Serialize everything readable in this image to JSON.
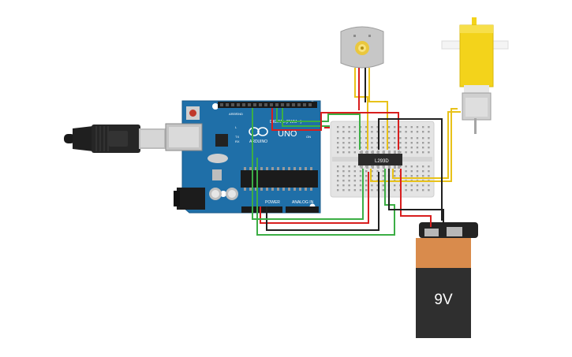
{
  "arduino": {
    "board_name": "UNO",
    "brand_text": "ARDUINO",
    "digital_label": "DIGITAL (PWM ~)",
    "power_label": "POWER",
    "analog_label": "ANALOG IN",
    "on_label": "ON",
    "tx_label": "TX",
    "rx_label": "RX",
    "l_label": "L",
    "aref_label": "AREF",
    "gnd_label": "GND"
  },
  "driver_chip": {
    "label": "L293D"
  },
  "battery": {
    "label": "9V"
  },
  "colors": {
    "wire_red": "#d81e1e",
    "wire_black": "#202020",
    "wire_green": "#3cae45",
    "wire_yellow": "#e8c21a",
    "pcb": "#1f6fa8",
    "motor_yellow": "#f3d31b"
  },
  "components": [
    "arduino-uno",
    "usb-cable",
    "breadboard",
    "l293d-driver",
    "dc-motor",
    "geared-yellow-motor",
    "battery-9v"
  ]
}
